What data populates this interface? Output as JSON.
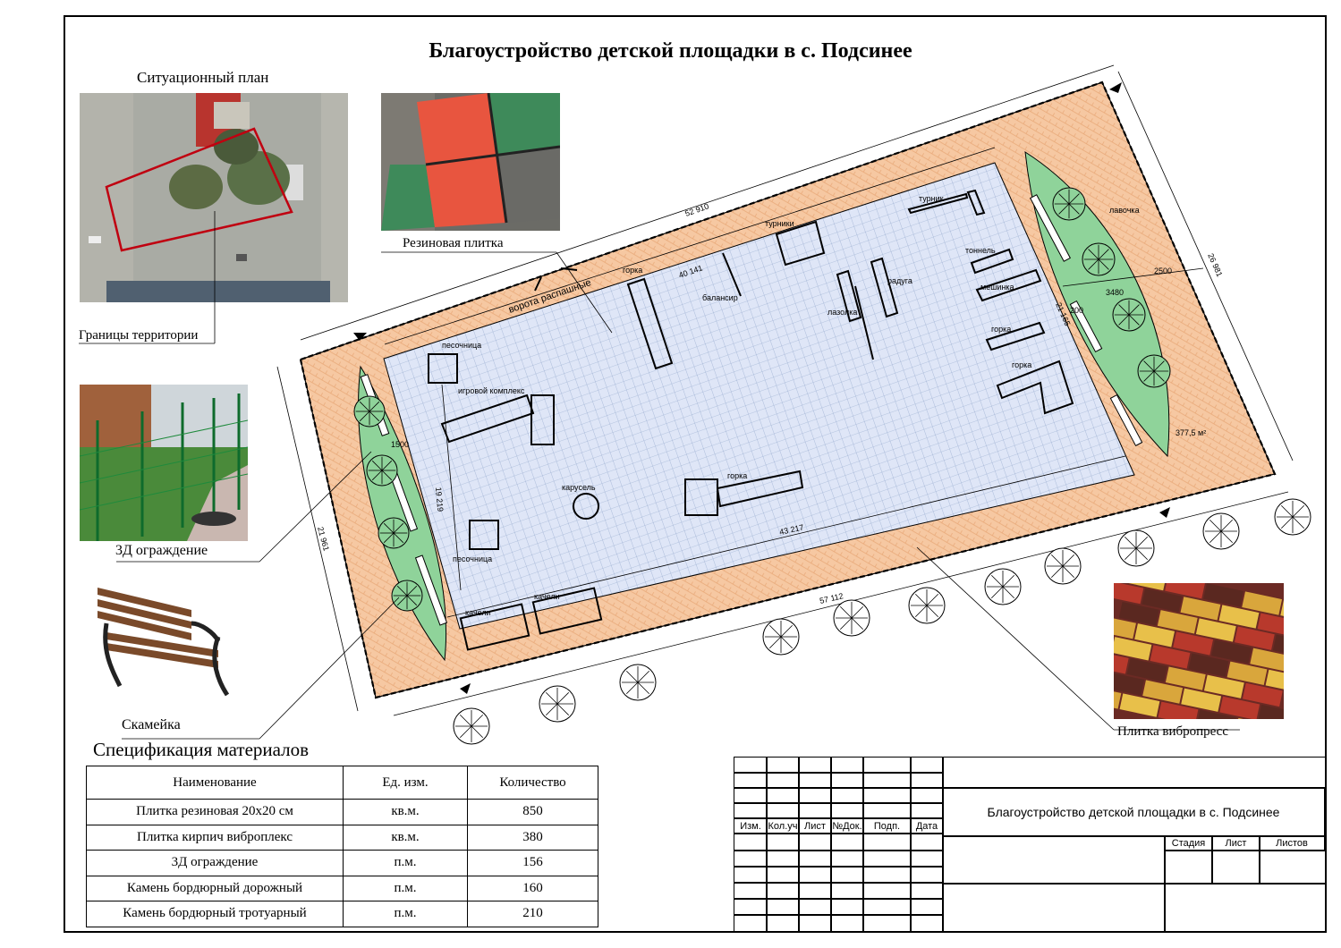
{
  "title": "Благоустройство детской площадки в с. Подсинее",
  "captions": {
    "situation_plan": "Ситуационный план",
    "rubber_tile": "Резиновая плитка",
    "territory_border": "Границы территории",
    "fence_3d": "3Д ограждение",
    "bench": "Скамейка",
    "vibropress_tile": "Плитка вибропресс"
  },
  "plan": {
    "gate_label": "ворота распашные",
    "area_label": "377,5 м²",
    "dimensions": [
      "52 910",
      "40 141",
      "26 981",
      "21 165",
      "3480",
      "2500",
      "200",
      "1500",
      "19 219",
      "21 961",
      "43 217",
      "57 112"
    ],
    "equipment": [
      "горка",
      "турники",
      "турник",
      "балансир",
      "радуга",
      "лазолка",
      "тоннель",
      "мешинка",
      "горка",
      "горка",
      "песочница",
      "игровой комплекс",
      "карусель",
      "горка",
      "песочница",
      "качели",
      "качели",
      "лавочка"
    ]
  },
  "spec": {
    "title": "Спецификация материалов",
    "headers": [
      "Наименование",
      "Ед. изм.",
      "Количество"
    ],
    "rows": [
      [
        "Плитка резиновая 20х20 см",
        "кв.м.",
        "850"
      ],
      [
        "Плитка кирпич виброплекс",
        "кв.м.",
        "380"
      ],
      [
        "3Д ограждение",
        "п.м.",
        "156"
      ],
      [
        "Камень бордюрный дорожный",
        "п.м.",
        "160"
      ],
      [
        "Камень бордюрный тротуарный",
        "п.м.",
        "210"
      ]
    ]
  },
  "stamp": {
    "columns": [
      "Изм.",
      "Кол.уч",
      "Лист",
      "№Док.",
      "Подп.",
      "Дата"
    ],
    "title": "Благоустройство детской площадки в с. Подсинее",
    "stage_headers": [
      "Стадия",
      "Лист",
      "Листов"
    ]
  },
  "colors": {
    "paving": "#f6c8a2",
    "rubber": "#dfe6f7",
    "lawn": "#8fd39a",
    "tile_red": "#e8553f",
    "tile_green": "#3e8a5a",
    "fence_green": "#1f8a3c"
  }
}
